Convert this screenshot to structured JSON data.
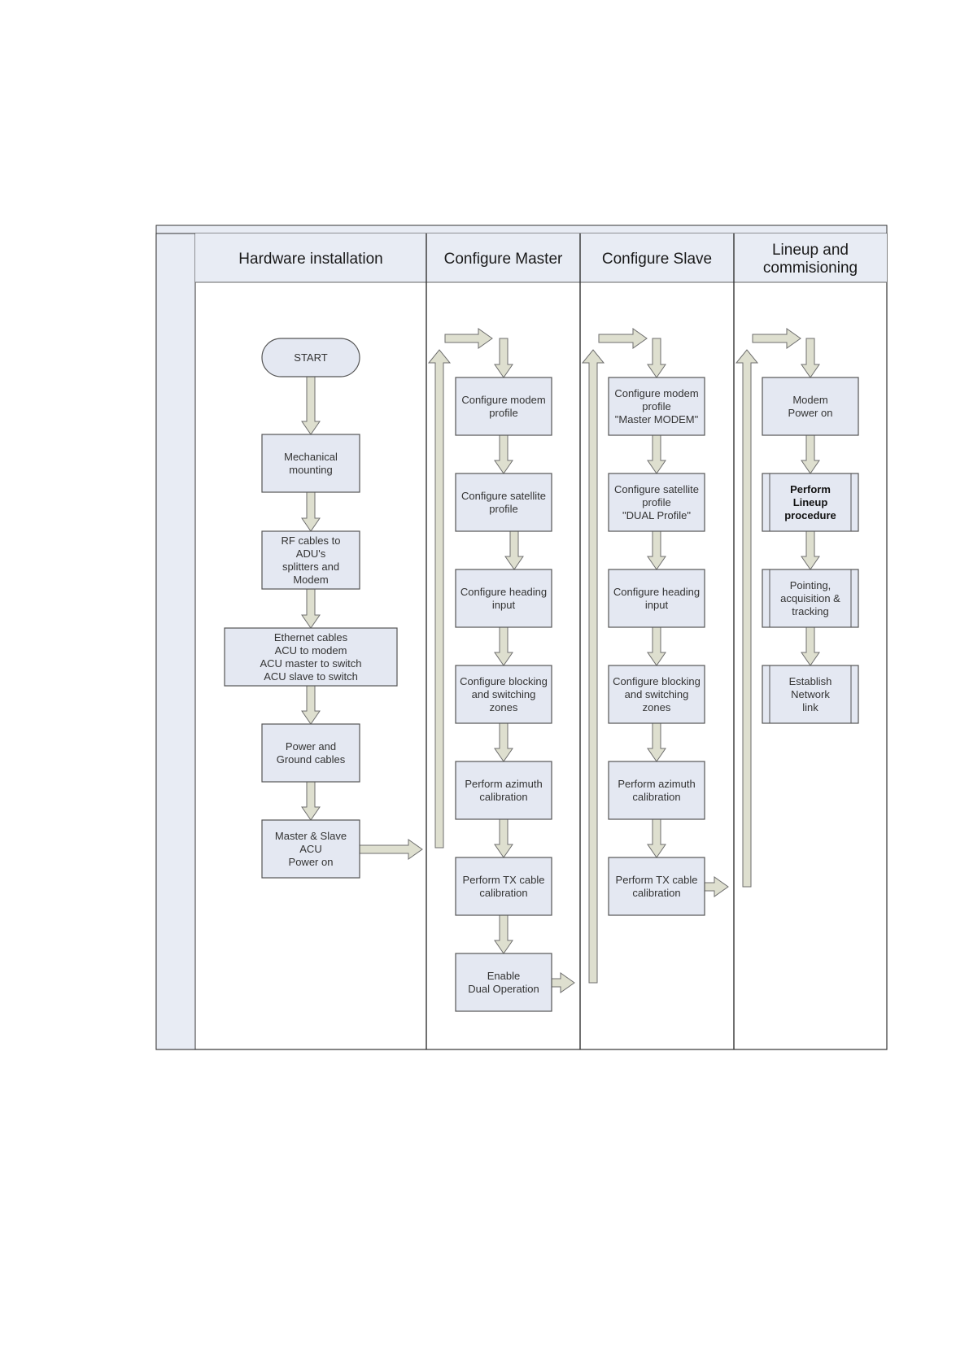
{
  "lanes": [
    {
      "id": "hardware",
      "title": [
        "Hardware installation"
      ]
    },
    {
      "id": "master",
      "title": [
        "Configure Master"
      ]
    },
    {
      "id": "slave",
      "title": [
        "Configure Slave"
      ]
    },
    {
      "id": "lineup",
      "title": [
        "Lineup and",
        "commisioning"
      ]
    }
  ],
  "hardware_steps": [
    {
      "id": "start",
      "lines": [
        "START"
      ]
    },
    {
      "id": "mechanical-mounting",
      "lines": [
        "Mechanical",
        "mounting"
      ]
    },
    {
      "id": "rf-cables",
      "lines": [
        "RF cables to",
        "ADU's",
        "splitters and",
        "Modem"
      ]
    },
    {
      "id": "ethernet-cables",
      "lines": [
        "Ethernet cables",
        "ACU to modem",
        "ACU master to switch",
        "ACU slave to switch"
      ]
    },
    {
      "id": "power-ground-cables",
      "lines": [
        "Power and",
        "Ground cables"
      ]
    },
    {
      "id": "acu-power-on",
      "lines": [
        "Master & Slave",
        "ACU",
        "Power on"
      ]
    }
  ],
  "master_steps": [
    {
      "id": "master-modem-profile",
      "lines": [
        "Configure modem",
        "profile"
      ]
    },
    {
      "id": "master-satellite-profile",
      "lines": [
        "Configure satellite",
        "profile"
      ]
    },
    {
      "id": "master-heading-input",
      "lines": [
        "Configure heading",
        "input"
      ]
    },
    {
      "id": "master-blocking-zones",
      "lines": [
        "Configure blocking",
        "and switching",
        "zones"
      ]
    },
    {
      "id": "master-azimuth-calibration",
      "lines": [
        "Perform azimuth",
        "calibration"
      ]
    },
    {
      "id": "master-tx-cable-calibration",
      "lines": [
        "Perform TX cable",
        "calibration"
      ]
    },
    {
      "id": "enable-dual-operation",
      "lines": [
        "Enable",
        "Dual Operation"
      ]
    }
  ],
  "slave_steps": [
    {
      "id": "slave-modem-profile",
      "lines": [
        "Configure modem",
        "profile",
        "\"Master MODEM\""
      ]
    },
    {
      "id": "slave-satellite-profile",
      "lines": [
        "Configure satellite",
        "profile",
        "\"DUAL Profile\""
      ]
    },
    {
      "id": "slave-heading-input",
      "lines": [
        "Configure heading",
        "input"
      ]
    },
    {
      "id": "slave-blocking-zones",
      "lines": [
        "Configure blocking",
        "and switching",
        "zones"
      ]
    },
    {
      "id": "slave-azimuth-calibration",
      "lines": [
        "Perform azimuth",
        "calibration"
      ]
    },
    {
      "id": "slave-tx-cable-calibration",
      "lines": [
        "Perform TX cable",
        "calibration"
      ]
    }
  ],
  "lineup_steps": [
    {
      "id": "modem-power-on",
      "lines": [
        "Modem",
        "Power on"
      ],
      "bold": false
    },
    {
      "id": "lineup-procedure",
      "lines": [
        "Perform",
        "Lineup",
        "procedure"
      ],
      "bold": true
    },
    {
      "id": "pointing-acquisition-tracking",
      "lines": [
        "Pointing,",
        "acquisition &",
        "tracking"
      ],
      "bold": false
    },
    {
      "id": "establish-network-link",
      "lines": [
        "Establish",
        "Network",
        "link"
      ],
      "bold": false
    }
  ],
  "colors": {
    "box_fill": "#e4e8f2",
    "box_stroke": "#555555",
    "arrow_fill": "#dedfcf",
    "arrow_stroke": "#6e6e6e",
    "header_fill": "#e8ecf4",
    "lane_border": "#333333"
  }
}
